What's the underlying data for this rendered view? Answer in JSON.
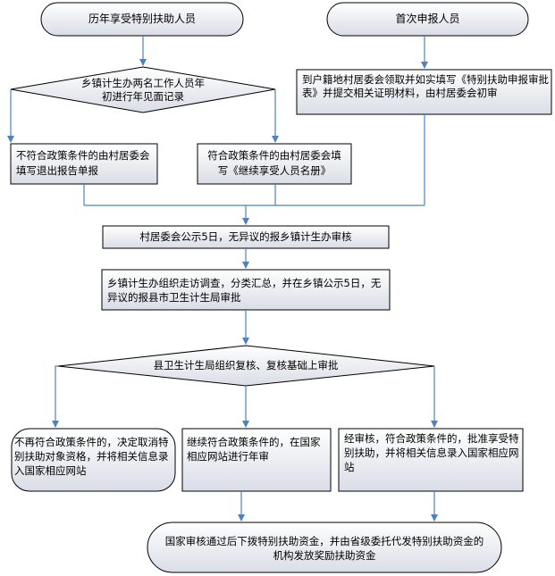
{
  "nodes": {
    "existing_recipients": "历年享受特别扶助人员",
    "first_applicants": "首次申报人员",
    "township_visit": "乡镇计生办两名工作人员年初进行年见面记录",
    "apply_at_village": "到户籍地村居委会领取并如实填写《特别扶助申报审批表》并提交相关证明材料，由村居委会初审",
    "not_eligible_village": "不符合政策条件的由村居委会填写退出报告单报",
    "eligible_village": "符合政策条件的由村居委会填写《继续享受人员名册》",
    "village_publicity": "村居委会公示5日，无异议的报乡镇计生办审核",
    "township_review": "乡镇计生办组织走访调查，分类汇总，并在乡镇公示5日，无异议的报县市卫生计生局审批",
    "county_approval": "县卫生计生局组织复核、复核基础上审批",
    "cancel_qualification": "不再符合政策条件的，决定取消特别扶助对象资格，并将相关信息录入国家相应网站",
    "continue_annual_review": "继续符合政策条件的，在国家相应网站进行年审",
    "approved_new": "经审核，符合政策条件的，批准享受特别扶助，并将相关信息录入国家相应网站",
    "fund_allocation": "国家审核通过后下拨特别扶助资金，并由省级委托代发特别扶助资金的机构发放奖励扶助资金"
  },
  "colors": {
    "connector": "#4f81bd",
    "shape_fill_top": "#ffffff",
    "shape_fill_bottom": "#d9dde6",
    "border": "#000000"
  }
}
